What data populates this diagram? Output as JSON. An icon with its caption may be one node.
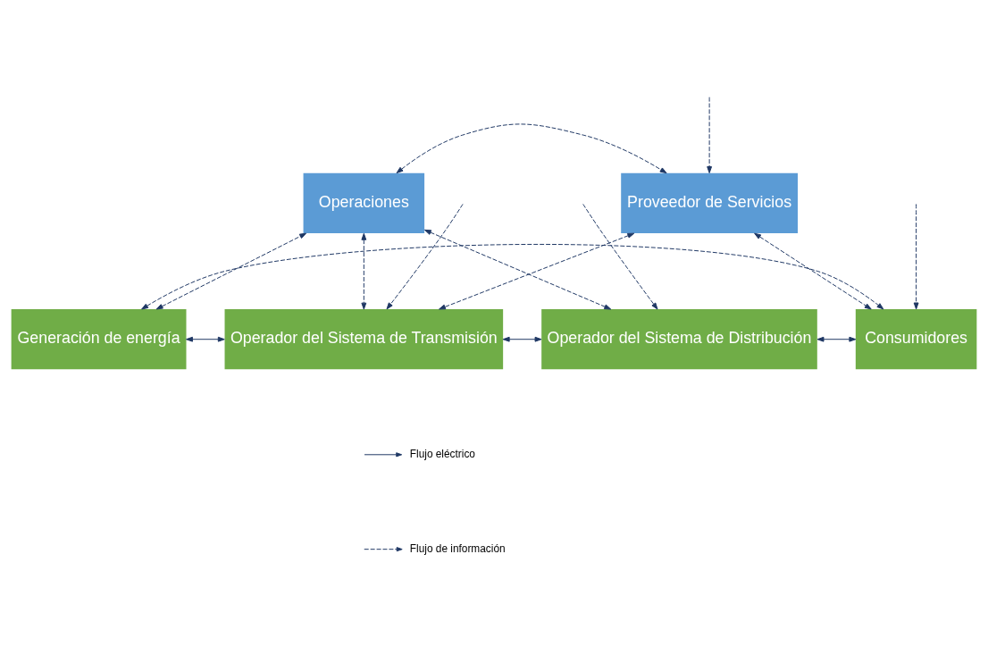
{
  "diagram": {
    "nodes": [
      {
        "text": [
          "Operaciones"
        ]
      },
      {
        "text": [
          "Proveedor de Servicios"
        ]
      },
      {
        "text": [
          "Generación de energía"
        ]
      },
      {
        "text": [
          "Operador del Sistema de Transmisión"
        ]
      },
      {
        "text": [
          "Operador del Sistema de Distribución"
        ]
      },
      {
        "text": [
          "Consumidores"
        ]
      }
    ],
    "edges": [
      {
        "from": 0,
        "to": 1,
        "arrow": "both",
        "style": "dashed"
      },
      {
        "from": 2,
        "to": 0,
        "arrow": "both",
        "style": "dashed"
      },
      {
        "from": 0,
        "to": 4,
        "arrow": "both",
        "style": "dashed"
      },
      {
        "from": 1,
        "to": 5,
        "arrow": "both",
        "style": "dashed"
      },
      {
        "from": 0,
        "to": 3,
        "arrow": "both",
        "style": "dashed"
      },
      {
        "from": 1,
        "to": 3,
        "arrow": "both",
        "style": "dashed"
      },
      {
        "from": null,
        "to": 1,
        "arrow": "to",
        "style": "dashed"
      },
      {
        "from": null,
        "to": 5,
        "arrow": "to",
        "style": "dashed"
      },
      {
        "from": 2,
        "to": 3,
        "arrow": "both"
      },
      {
        "from": 3,
        "to": 4,
        "arrow": "both"
      },
      {
        "from": 4,
        "to": 5,
        "arrow": "both"
      },
      {
        "from": 2,
        "to": 5,
        "arrow": "both",
        "style": "dashed"
      },
      {
        "from": null,
        "to": 3,
        "arrow": "to",
        "style": "dashed"
      },
      {
        "from": null,
        "to": 4,
        "arrow": "to",
        "style": "dashed"
      }
    ],
    "legend": [
      {
        "text": "Flujo eléctrico"
      },
      {
        "text": "Flujo de información"
      }
    ]
  }
}
